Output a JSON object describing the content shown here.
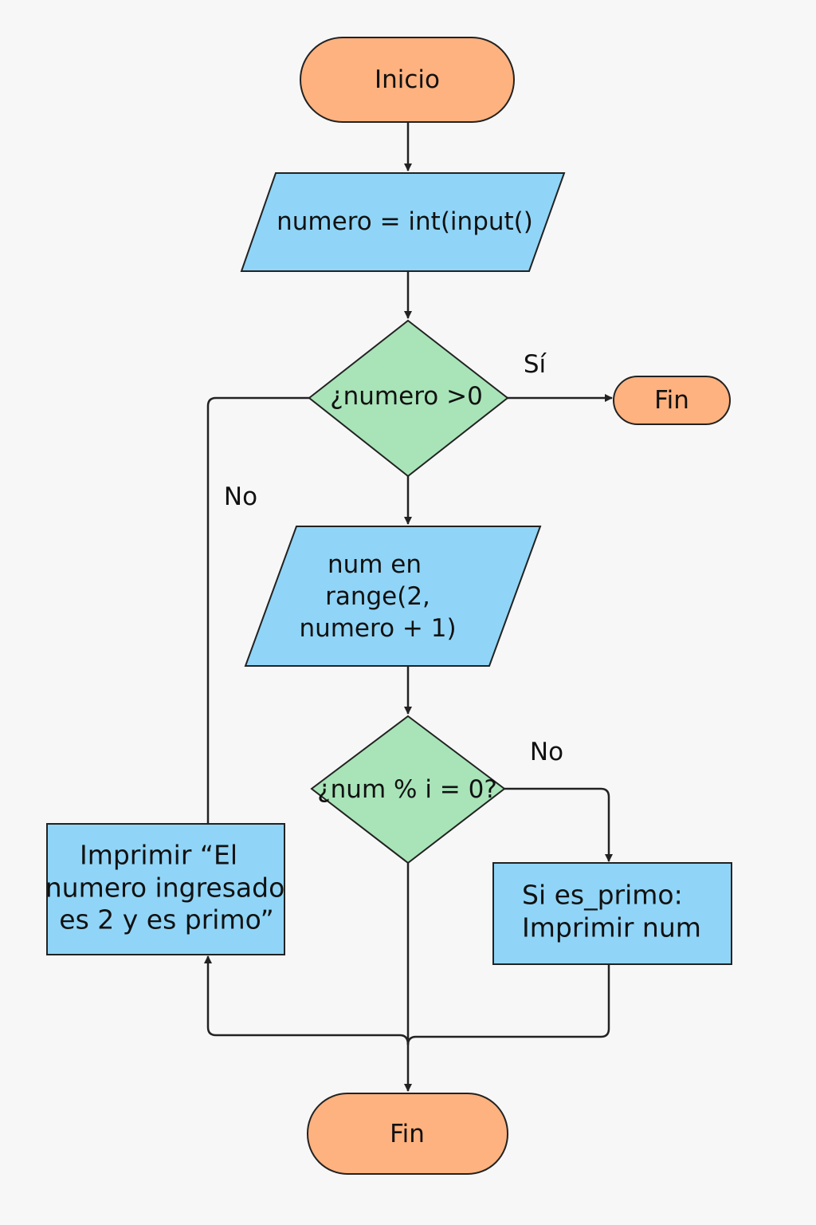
{
  "colors": {
    "terminal": "#FDB27F",
    "process": "#90D5F7",
    "decision": "#A8E4B8",
    "line": "#222222",
    "background": "#F7F7F7"
  },
  "nodes": {
    "start": {
      "label": "Inicio"
    },
    "input": {
      "label": "numero = int(input()"
    },
    "decision_positive": {
      "label": "¿numero >0"
    },
    "end_top": {
      "label": "Fin"
    },
    "range_loop": {
      "lines": [
        "num en",
        "range(2,",
        "numero + 1)"
      ]
    },
    "decision_mod": {
      "label": "¿num % i = 0?"
    },
    "print_prime_two": {
      "lines": [
        "Imprimir “El",
        "numero ingresado",
        "es 2 y es primo”"
      ]
    },
    "print_if_prime": {
      "lines": [
        "Si es_primo:",
        "Imprimir num"
      ]
    },
    "end_bottom": {
      "label": "Fin"
    }
  },
  "edge_labels": {
    "positive_yes": "Sí",
    "positive_no": "No",
    "mod_no": "No"
  }
}
